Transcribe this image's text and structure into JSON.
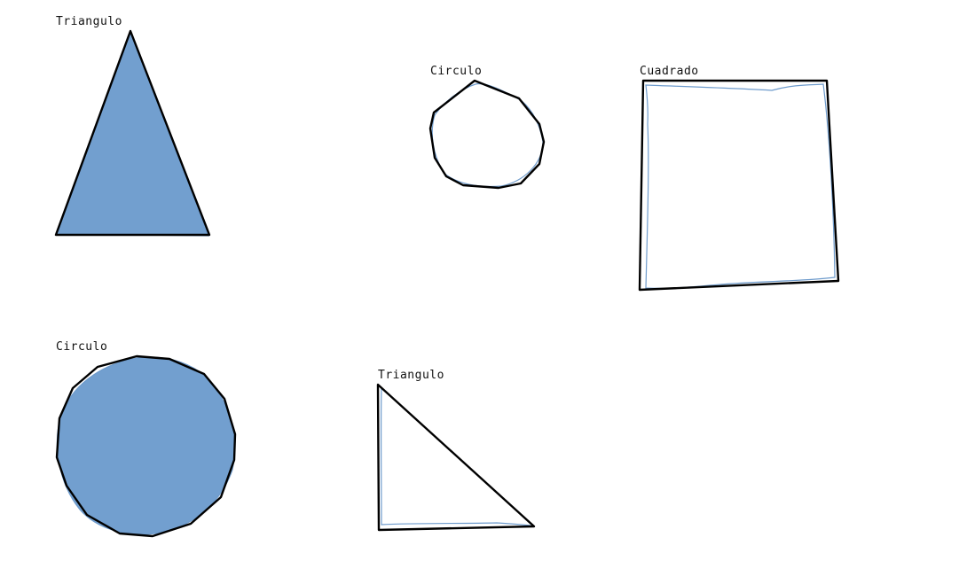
{
  "shapes": [
    {
      "id": "triangle-filled",
      "label": "Triangulo",
      "filled": true
    },
    {
      "id": "circle-outline",
      "label": "Circulo",
      "filled": false
    },
    {
      "id": "square-outline",
      "label": "Cuadrado",
      "filled": false
    },
    {
      "id": "circle-filled",
      "label": "Circulo",
      "filled": true
    },
    {
      "id": "triangle-outline",
      "label": "Triangulo",
      "filled": false
    }
  ],
  "colors": {
    "fill": "#729fcf",
    "stroke": "#000000",
    "trace": "#6e9bcc",
    "background": "#ffffff"
  }
}
